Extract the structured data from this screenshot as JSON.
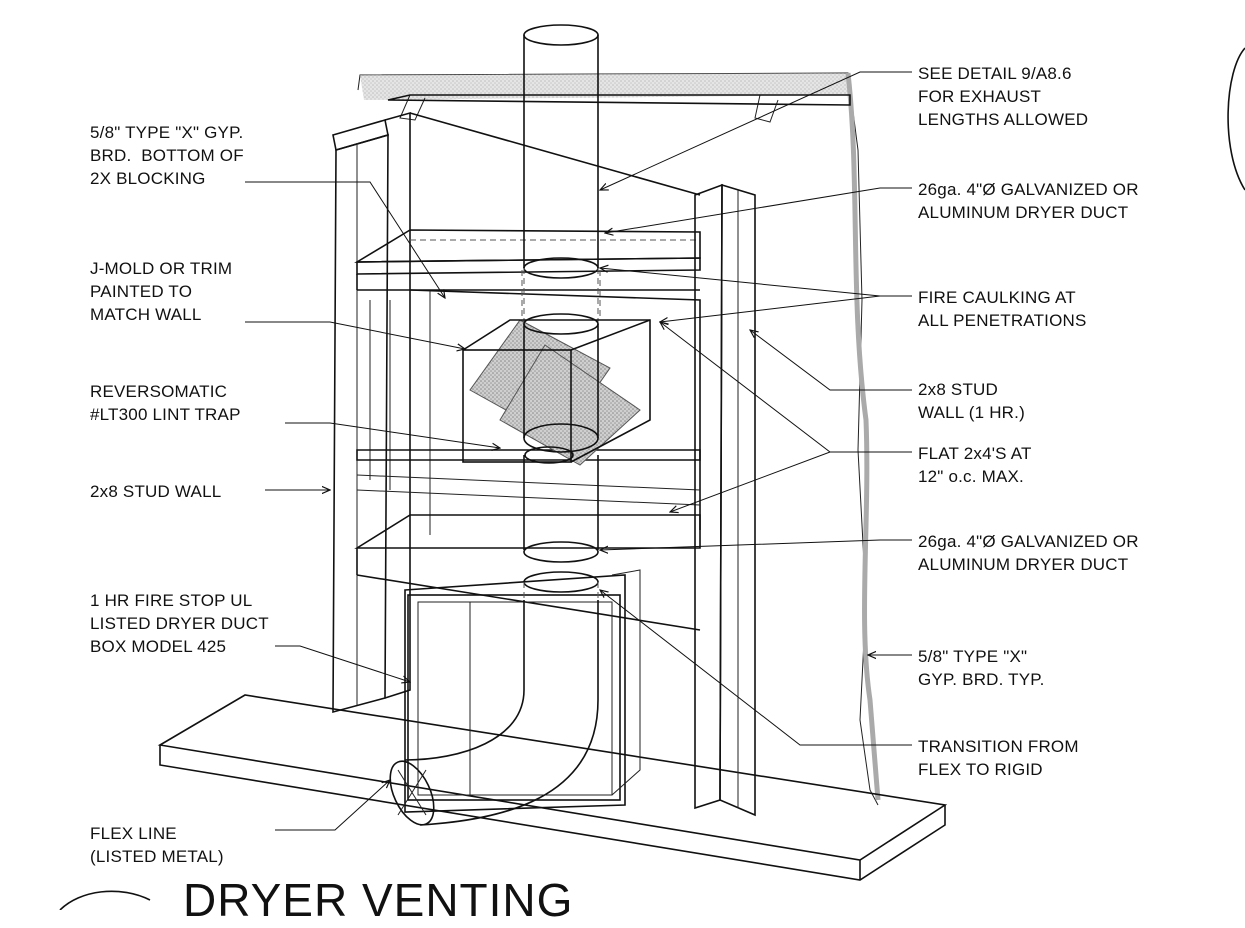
{
  "title": "DRYER VENTING",
  "labels": {
    "gyp_bottom_blocking": "5/8\" TYPE \"X\" GYP.\nBRD.  BOTTOM OF\n2X BLOCKING",
    "jmold": "J-MOLD OR TRIM\nPAINTED TO\nMATCH WALL",
    "lint_trap": "REVERSOMATIC\n#LT300 LINT TRAP",
    "stud_wall_left": "2x8 STUD WALL",
    "fire_stop_box": "1 HR FIRE STOP UL\nLISTED DRYER DUCT\nBOX MODEL 425",
    "flex_line": "FLEX LINE\n(LISTED METAL)",
    "see_detail": "SEE DETAIL 9/A8.6\nFOR EXHAUST\nLENGTHS ALLOWED",
    "dryer_duct_top": "26ga. 4\"Ø GALVANIZED OR\nALUMINUM DRYER DUCT",
    "fire_caulking": "FIRE CAULKING AT\nALL PENETRATIONS",
    "stud_wall_right": "2x8 STUD\nWALL (1 HR.)",
    "flat_2x4": "FLAT 2x4'S AT\n12\" o.c. MAX.",
    "dryer_duct_bottom": "26ga. 4\"Ø GALVANIZED OR\nALUMINUM DRYER DUCT",
    "gyp_typ": "5/8\" TYPE \"X\"\nGYP. BRD. TYP.",
    "transition": "TRANSITION FROM\nFLEX TO RIGID"
  },
  "colors": {
    "line": "#111111",
    "hatch": "#9a9a9a",
    "gyp_edge": "#bbbbbb"
  }
}
